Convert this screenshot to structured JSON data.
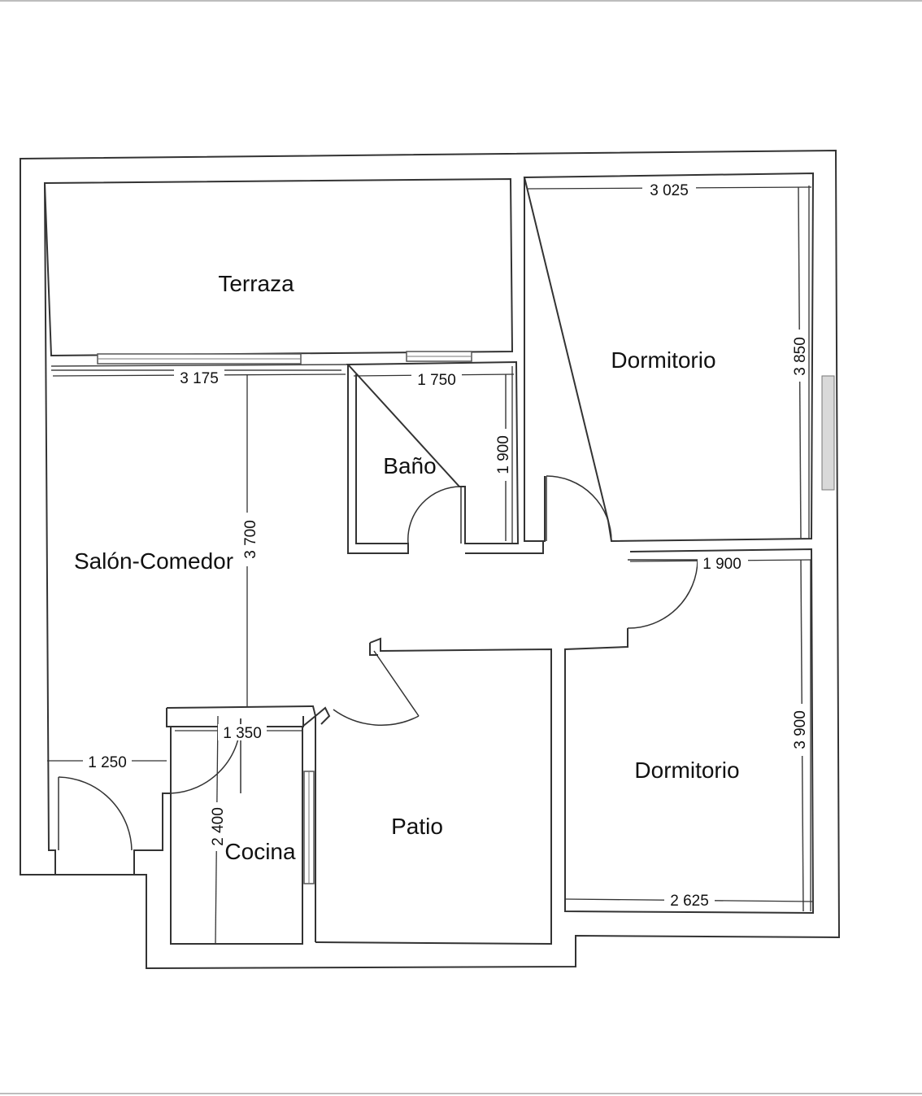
{
  "rooms": {
    "terraza": "Terraza",
    "dormitorio_top": "Dormitorio",
    "bano": "Baño",
    "salon": "Salón-Comedor",
    "dormitorio_bottom": "Dormitorio",
    "cocina": "Cocina",
    "patio": "Patio"
  },
  "dimensions": {
    "dorm_top_width": "3 025",
    "dorm_top_height": "3 850",
    "salon_width": "3 175",
    "bano_width": "1 750",
    "bano_height": "1 900",
    "salon_height": "3 700",
    "hall_width": "1 900",
    "cocina_width": "1 350",
    "entry_width": "1 250",
    "cocina_height": "2 400",
    "dorm_bottom_height": "3 900",
    "dorm_bottom_width": "2 625"
  },
  "colors": {
    "walls": "#333333",
    "background": "#ffffff",
    "window_glass": "#d9d9d9"
  }
}
